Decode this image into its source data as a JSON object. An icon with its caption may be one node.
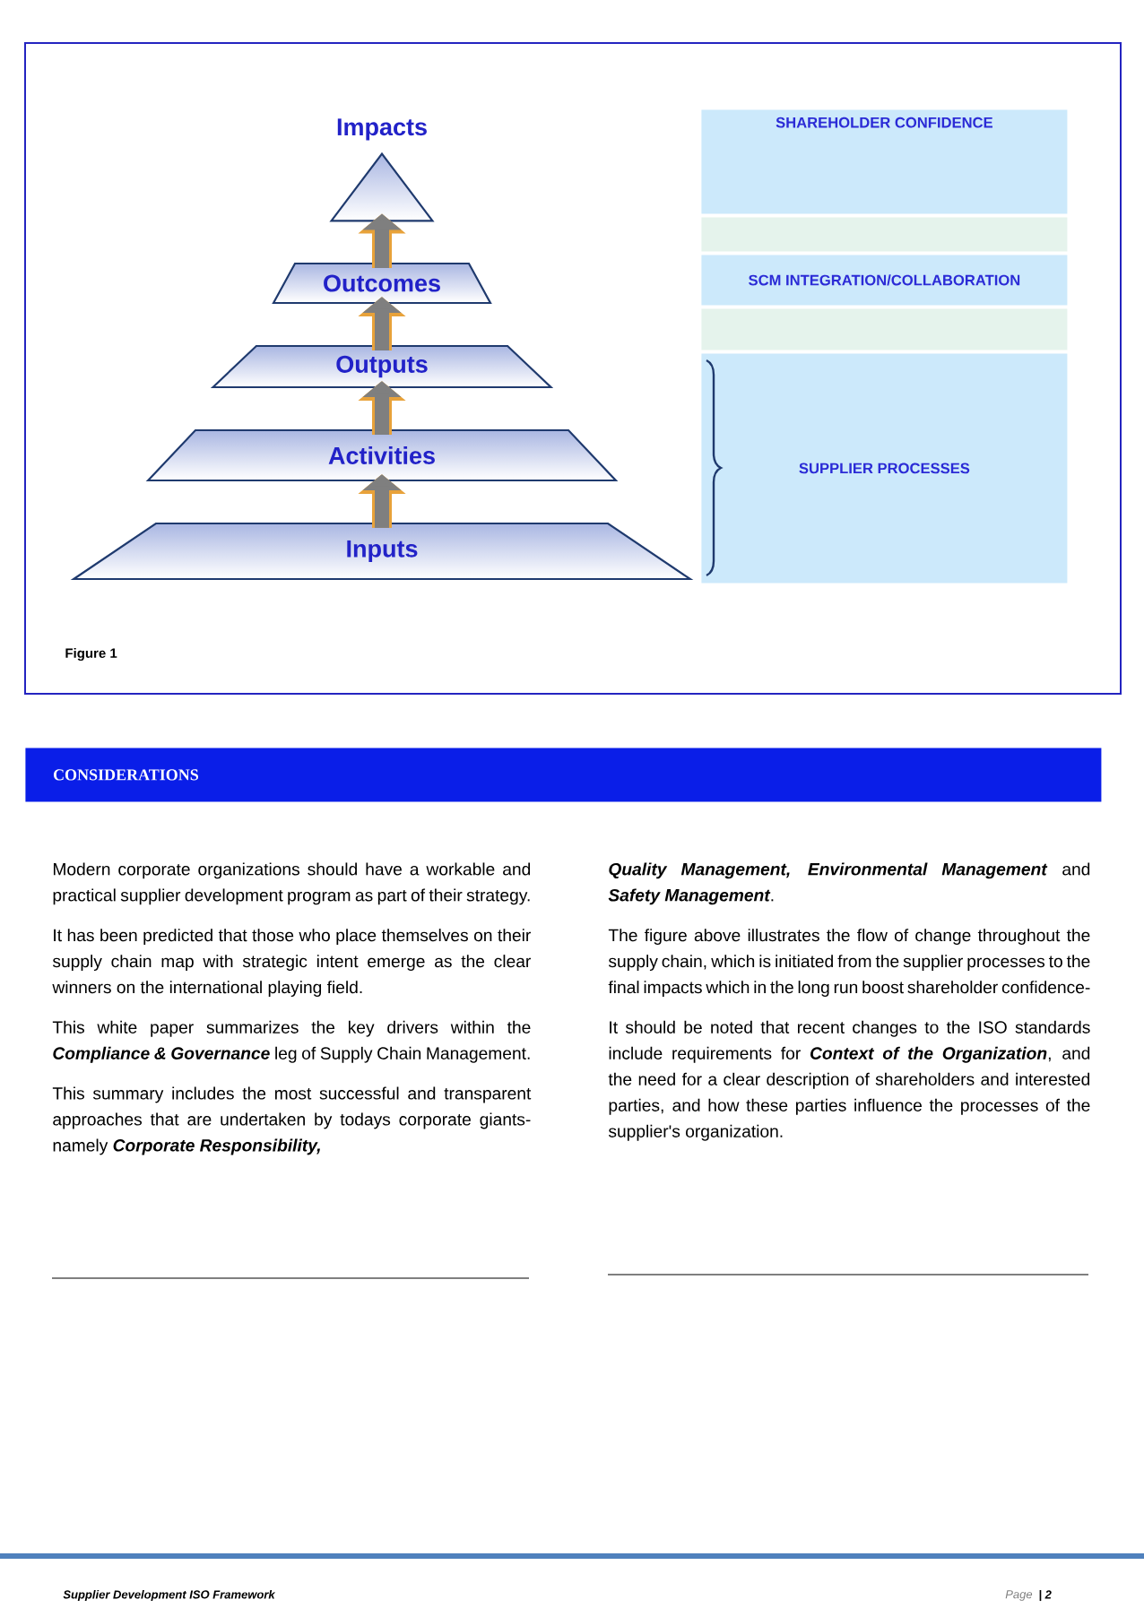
{
  "diagram": {
    "nodes": [
      {
        "text": [
          "Impacts"
        ]
      },
      {
        "text": [
          "Outcomes"
        ]
      },
      {
        "text": [
          "Outputs"
        ]
      },
      {
        "text": [
          "Activities"
        ]
      },
      {
        "text": [
          "Inputs"
        ]
      },
      {
        "text": [
          "SHAREHOLDER CONFIDENCE"
        ]
      },
      {
        "text": [],
        "shape": "box"
      },
      {
        "text": [
          "SCM INTEGRATION/COLLABORATION"
        ]
      },
      {
        "text": [],
        "shape": "box"
      },
      {
        "text": [
          "SUPPLIER PROCESSES"
        ]
      },
      {
        "text": [
          "CONSIDERATIONS"
        ]
      }
    ],
    "edges": [
      {
        "from": 4,
        "to": 3,
        "arrow": "to"
      },
      {
        "from": 3,
        "to": 2,
        "arrow": "to"
      },
      {
        "from": 2,
        "to": 1,
        "arrow": "to"
      },
      {
        "from": 1,
        "to": 0,
        "arrow": "to"
      }
    ],
    "labels": [
      "Figure 1",
      "Modern corporate organizations should have a workable and practical supplier development program as part of their strategy.",
      "It has been predicted that those who place themselves on their supply chain map with strategic intent emerge as the clear winners on the international playing field.",
      "This white paper summarizes the key drivers within the **Compliance & Governance** leg of Supply Chain Management.",
      "This summary includes the most successful and transparent approaches that are undertaken by todays corporate giants- namely **Corporate Responsibility,**",
      "**Quality Management, Environmental Management** and **Safety Management**.",
      "The figure above illustrates the flow of change throughout the supply chain, which is initiated from the supplier processes to the final impacts which in the long run boost shareholder confidence-",
      "It should be noted that recent changes to the ISO standards include requirements for **Context of the Organization**, and the need for a clear description of shareholders and interested parties, and how these parties influence the processes of the supplier's organization.",
      "Supplier Development ISO Framework",
      "Page",
      "| 2"
    ]
  }
}
